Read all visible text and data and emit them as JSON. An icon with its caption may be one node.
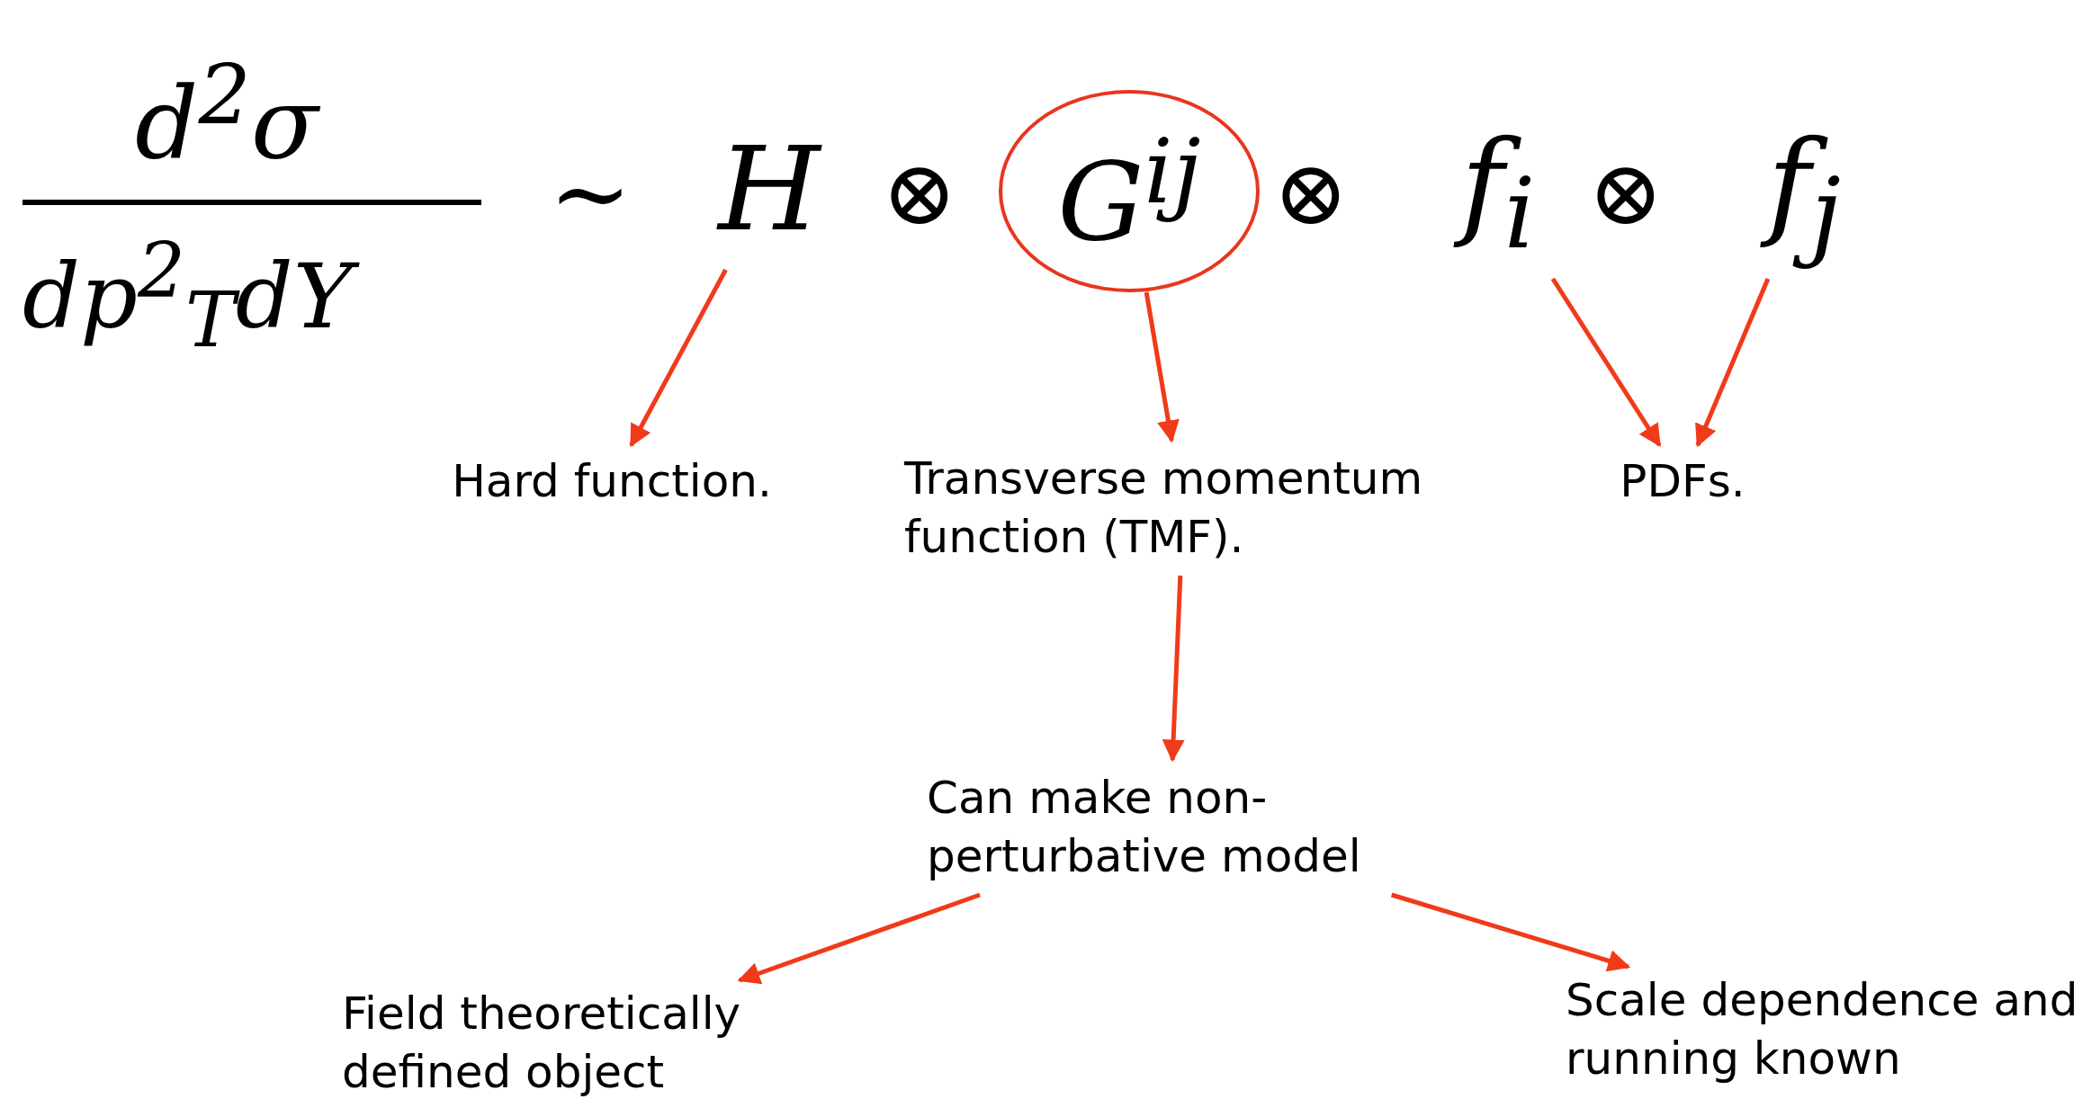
{
  "diagram": {
    "nodes": [
      {
        "text": [
          "H"
        ]
      },
      {
        "text": [
          "G$^{ij}$"
        ]
      },
      {
        "text": [
          "f$_{i}$"
        ]
      },
      {
        "text": [
          "f$_{j}$"
        ]
      },
      {
        "text": [
          "Hard function."
        ]
      },
      {
        "text": [
          "Transverse momentum function (TMF)."
        ]
      },
      {
        "text": [
          "PDFs."
        ]
      },
      {
        "text": [
          "Can make non-perturbative model"
        ]
      },
      {
        "text": [
          "Field theoretically defined object"
        ]
      },
      {
        "text": [
          "Scale dependence and running known"
        ]
      }
    ],
    "edges": [
      {
        "from": 0,
        "to": 4,
        "arrow": "to"
      },
      {
        "from": 1,
        "to": 5,
        "arrow": "to"
      },
      {
        "from": 2,
        "to": 6,
        "arrow": "to"
      },
      {
        "from": 3,
        "to": 6,
        "arrow": "to"
      },
      {
        "from": 5,
        "to": 7,
        "arrow": "to"
      },
      {
        "from": 7,
        "to": 8,
        "arrow": "to"
      },
      {
        "from": 7,
        "to": 9,
        "arrow": "to"
      }
    ],
    "labels": [
      "d$^{2}$σ",
      "dp$^{2}$$_{T}$dY",
      "∼",
      "⊗",
      "⊗",
      "⊗"
    ]
  }
}
